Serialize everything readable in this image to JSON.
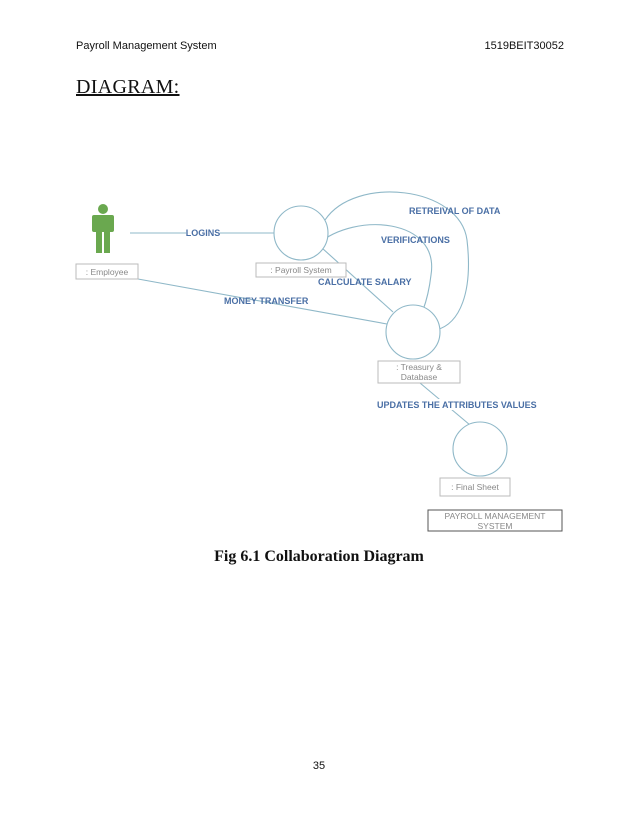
{
  "header": {
    "left": "Payroll Management System",
    "right": "1519BEIT30052"
  },
  "section_title": "DIAGRAM:",
  "diagram": {
    "objects": {
      "employee": ": Employee",
      "payroll_system": ": Payroll System",
      "treasury_line1": ": Treasury &",
      "treasury_line2": "Database",
      "final_sheet": ": Final Sheet",
      "system_line1": "PAYROLL MANAGEMENT",
      "system_line2": "SYSTEM"
    },
    "messages": {
      "logins": "LOGINS",
      "retreival": "RETREIVAL OF DATA",
      "verifications": "VERIFICATIONS",
      "calculate_salary": "CALCULATE SALARY",
      "money_transfer": "MONEY TRANSFER",
      "updates": "UPDATES THE ATTRIBUTES VALUES"
    },
    "colors": {
      "actor": "#6aa84f",
      "label": "#4a6fa5",
      "link": "#8fb8c8",
      "box": "#bbbbbb"
    }
  },
  "caption": "Fig 6.1 Collaboration Diagram",
  "page_number": "35"
}
